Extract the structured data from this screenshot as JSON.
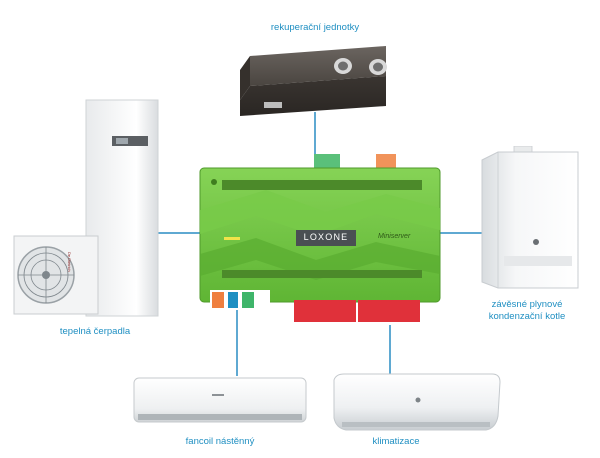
{
  "diagram": {
    "center": {
      "brand": "LOXONE",
      "model": "Miniserver"
    },
    "devices": {
      "recovery_unit": {
        "label": "rekuperační jednotky"
      },
      "heat_pump": {
        "label": "tepelná čerpadla",
        "badge": "De Dietrich"
      },
      "boiler": {
        "label": "závěsné plynové\nkondenzační kotle"
      },
      "fancoil": {
        "label": "fancoil nástěnný"
      },
      "air_conditioning": {
        "label": "klimatizace"
      }
    },
    "colors": {
      "connector": "#5fa9d2",
      "label": "#1f8fc2",
      "miniserver_green": "#6fc541",
      "terminal_red": "#e0313a",
      "terminal_green": "#3fb56a",
      "terminal_orange": "#ef8a4a"
    }
  }
}
